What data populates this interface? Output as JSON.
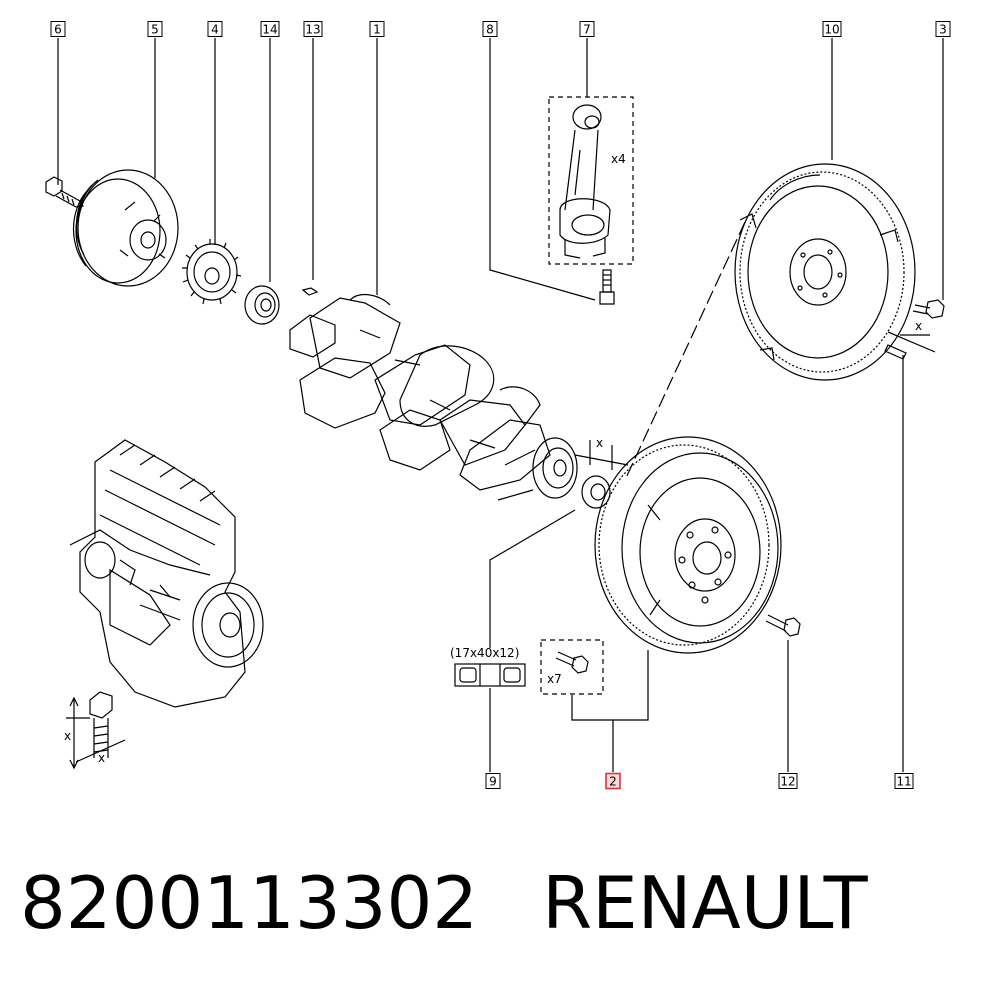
{
  "callouts": [
    {
      "id": "6",
      "label": "6"
    },
    {
      "id": "5",
      "label": "5"
    },
    {
      "id": "4",
      "label": "4"
    },
    {
      "id": "14",
      "label": "14"
    },
    {
      "id": "13",
      "label": "13"
    },
    {
      "id": "1",
      "label": "1"
    },
    {
      "id": "8",
      "label": "8"
    },
    {
      "id": "7",
      "label": "7"
    },
    {
      "id": "10",
      "label": "10"
    },
    {
      "id": "3",
      "label": "3"
    },
    {
      "id": "9",
      "label": "9"
    },
    {
      "id": "2",
      "label": "2"
    },
    {
      "id": "12",
      "label": "12"
    },
    {
      "id": "11",
      "label": "11"
    }
  ],
  "highlight_color": "#d9363e",
  "annotations": {
    "rod_qty": "x4",
    "bolt_qty": "x7",
    "bearing_dims": "(17x40x12)",
    "dim_x": "x"
  },
  "footer": {
    "part_number": "8200113302",
    "brand": "RENAULT"
  }
}
